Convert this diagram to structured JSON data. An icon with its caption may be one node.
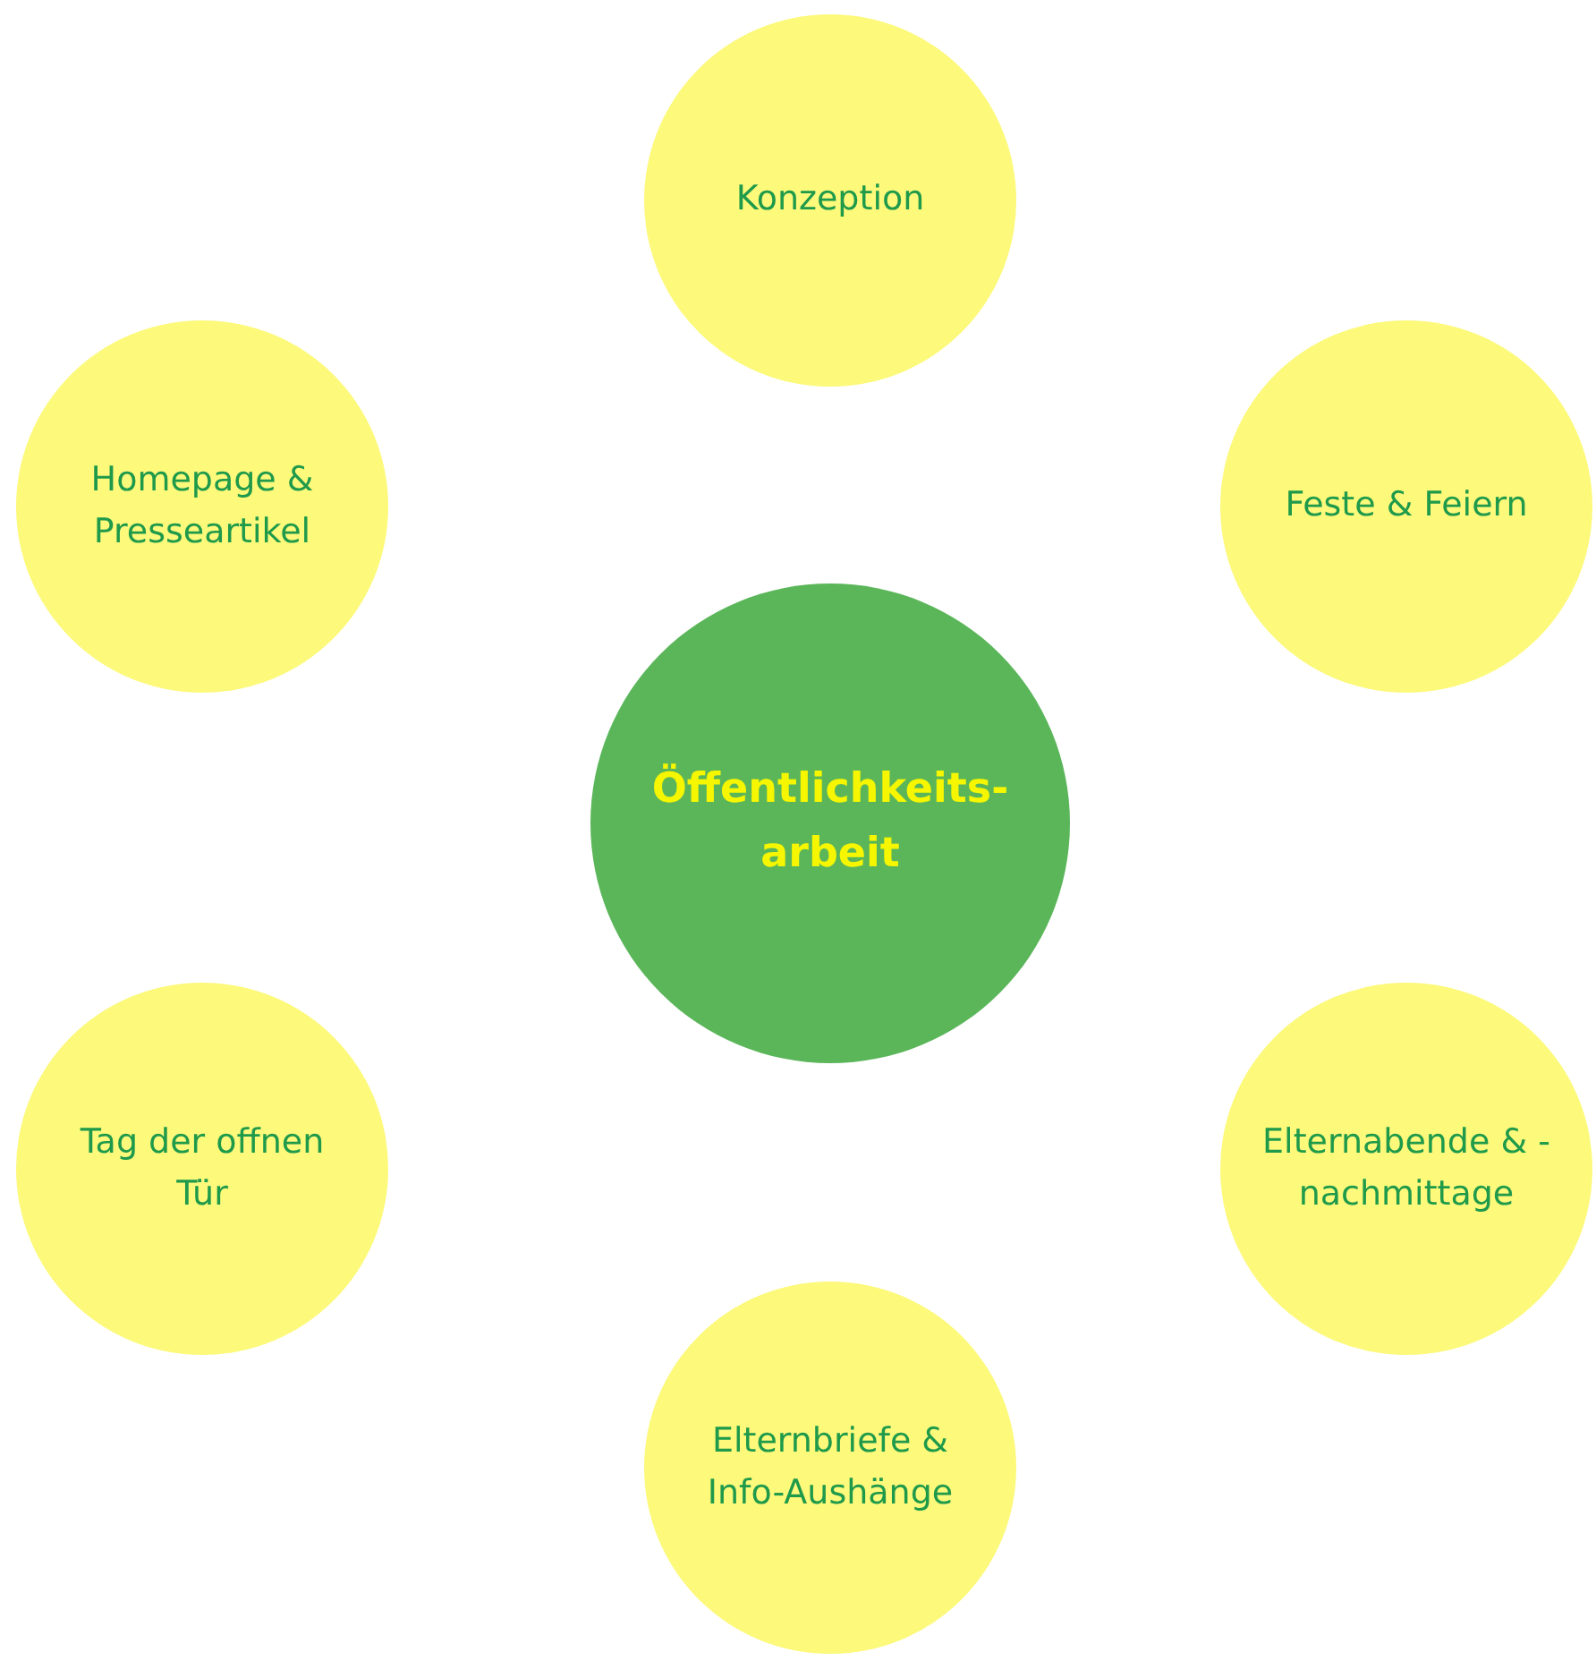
{
  "diagram": {
    "nodes": [
      {
        "text": [
          "Konzeption"
        ]
      },
      {
        "text": [
          "Homepage & Presseartikel"
        ]
      },
      {
        "text": [
          "Feste & Feiern"
        ]
      },
      {
        "text": [
          "Öffentlichkeits- arbeit"
        ]
      },
      {
        "text": [
          "Tag der offnen Tür"
        ]
      },
      {
        "text": [
          "Elternabende & -nachmittage"
        ]
      },
      {
        "text": [
          "Elternbriefe & Info-Aushänge"
        ]
      }
    ]
  }
}
